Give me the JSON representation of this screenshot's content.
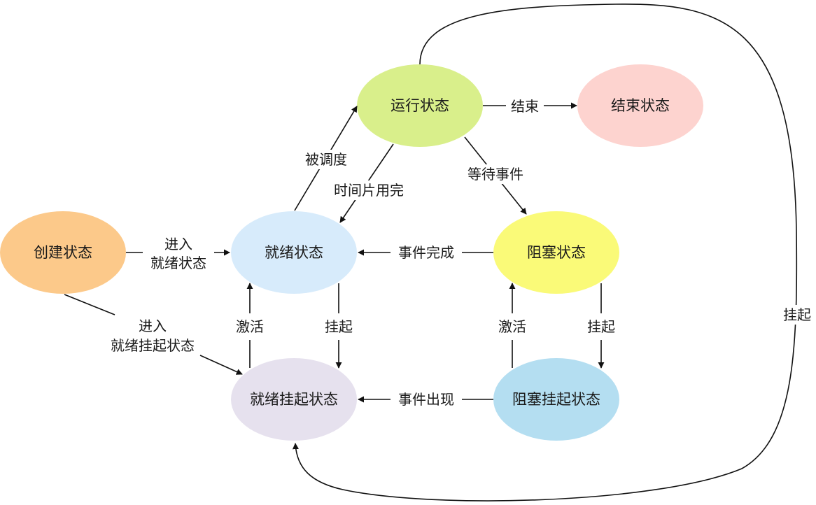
{
  "nodes": {
    "running": {
      "label": "运行状态",
      "color": "#d9ef8b"
    },
    "terminated": {
      "label": "结束状态",
      "color": "#fdd3cf"
    },
    "created": {
      "label": "创建状态",
      "color": "#fcc98a"
    },
    "ready": {
      "label": "就绪状态",
      "color": "#d7ebfb"
    },
    "blocked": {
      "label": "阻塞状态",
      "color": "#fafa78"
    },
    "ready_suspended": {
      "label": "就绪挂起状态",
      "color": "#e6e1ee"
    },
    "blocked_suspended": {
      "label": "阻塞挂起状态",
      "color": "#b4def1"
    }
  },
  "edges": {
    "end": "结束",
    "scheduled": "被调度",
    "timeslice": "时间片用完",
    "wait_event": "等待事件",
    "event_done": "事件完成",
    "enter_ready_1": "进入",
    "enter_ready_2": "就绪状态",
    "enter_ready_susp_1": "进入",
    "enter_ready_susp_2": "就绪挂起状态",
    "activate_left": "激活",
    "suspend_left": "挂起",
    "activate_right": "激活",
    "suspend_right": "挂起",
    "event_occur": "事件出现",
    "suspend_outer": "挂起"
  }
}
